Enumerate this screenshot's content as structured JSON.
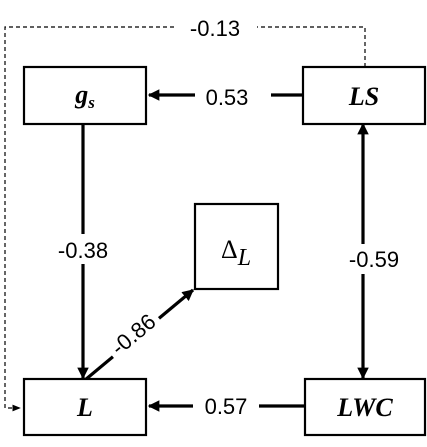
{
  "nodes": {
    "gs": {
      "main": "g",
      "sub": "s"
    },
    "ls": {
      "label": "LS"
    },
    "delta": {
      "main": "Δ",
      "sub": "L"
    },
    "l": {
      "label": "L"
    },
    "lwc": {
      "label": "LWC"
    }
  },
  "paths": {
    "ls_to_gs": "0.53",
    "gs_to_l": "-0.38",
    "l_to_delta": "-0.86",
    "ls_lwc": "-0.59",
    "lwc_to_l": "0.57",
    "ls_to_l_indirect": "-0.13"
  },
  "colors": {
    "ink": "#000000",
    "background": "#ffffff"
  }
}
